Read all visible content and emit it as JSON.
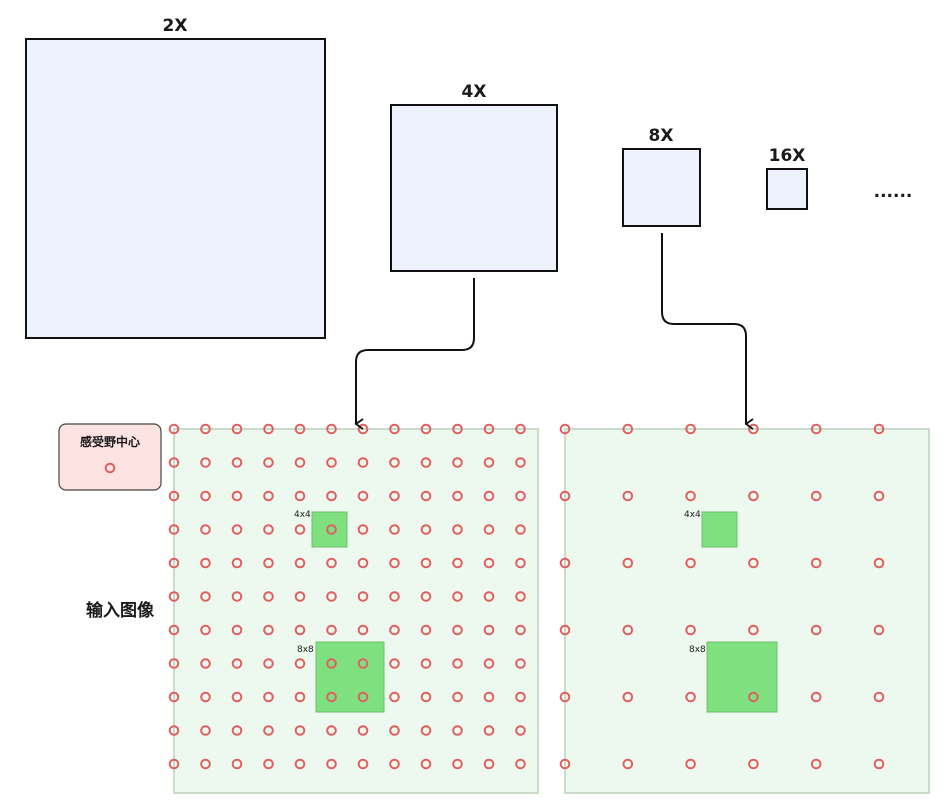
{
  "scales": [
    {
      "label": "2X"
    },
    {
      "label": "4X"
    },
    {
      "label": "8X"
    },
    {
      "label": "16X"
    }
  ],
  "ellipsis": "......",
  "legend": {
    "label": "感受野中心"
  },
  "input_label": "输入图像",
  "panels": [
    {
      "grid_columns": 12,
      "grid_rows": 11,
      "boxes": [
        {
          "label": "4x4"
        },
        {
          "label": "8x8"
        }
      ]
    },
    {
      "grid_columns": 6,
      "grid_rows": 6,
      "boxes": [
        {
          "label": "4x4"
        },
        {
          "label": "8x8"
        }
      ]
    }
  ],
  "colors": {
    "square_fill": "#eef2fc",
    "square_stroke": "#111111",
    "panel_fill": "#edf9ef",
    "panel_stroke": "#c8dcc9",
    "box_fill": "#7fe07f",
    "box_stroke": "#6fbf6f",
    "dot_stroke": "#e06060",
    "legend_fill": "#fde2e2",
    "legend_stroke": "#444444"
  }
}
